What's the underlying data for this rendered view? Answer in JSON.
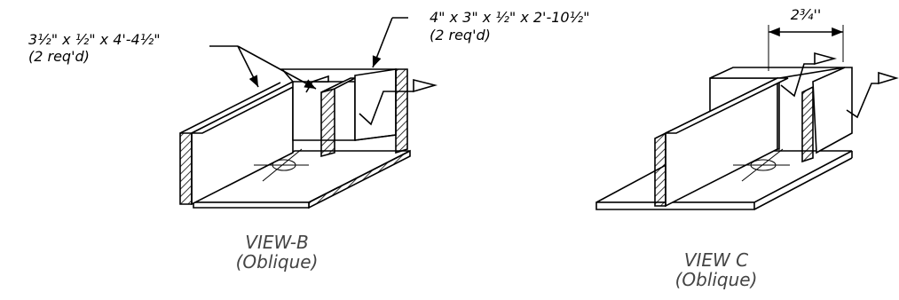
{
  "view_b": {
    "callout_left_size": "3½\" x ½\" x 4'-4½\"",
    "callout_left_qty": "(2 req'd)",
    "callout_right_size": "4\" x 3\" x ½\" x 2'-10½\"",
    "callout_right_qty": "(2 req'd)",
    "caption_line1": "VIEW-B",
    "caption_line2": "(Oblique)"
  },
  "view_c": {
    "dimension": "2¾''",
    "caption_line1": "VIEW C",
    "caption_line2": "(Oblique)"
  }
}
